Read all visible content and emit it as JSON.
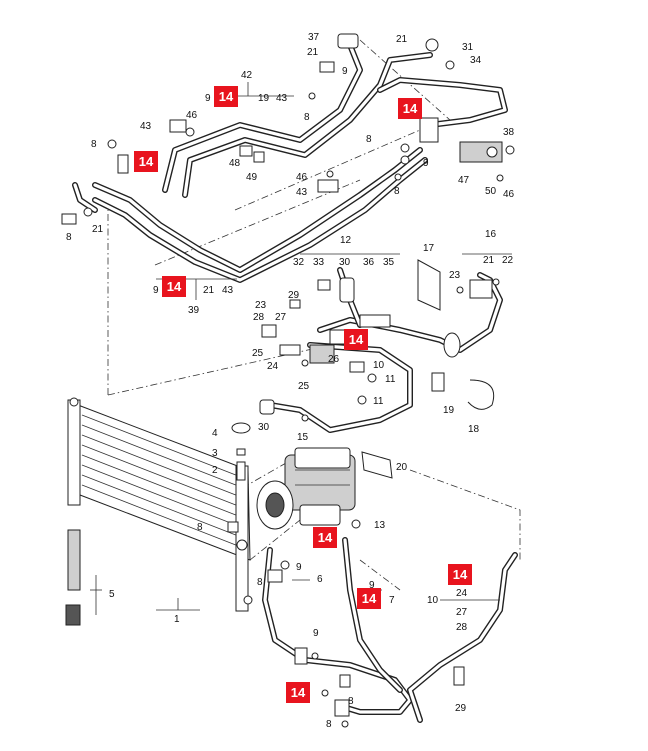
{
  "diagram": {
    "badge_color": "#e8141e",
    "badge_label": "14",
    "callouts": [
      {
        "id": "c37",
        "text": "37"
      },
      {
        "id": "c21a",
        "text": "21"
      },
      {
        "id": "c9a",
        "text": "9"
      },
      {
        "id": "c21b",
        "text": "21"
      },
      {
        "id": "c31",
        "text": "31"
      },
      {
        "id": "c34",
        "text": "34"
      },
      {
        "id": "c42",
        "text": "42"
      },
      {
        "id": "c9b",
        "text": "9"
      },
      {
        "id": "c19a",
        "text": "19"
      },
      {
        "id": "c43a",
        "text": "43"
      },
      {
        "id": "c8a",
        "text": "8"
      },
      {
        "id": "c43b",
        "text": "43"
      },
      {
        "id": "c46a",
        "text": "46"
      },
      {
        "id": "c8b",
        "text": "8"
      },
      {
        "id": "c48",
        "text": "48"
      },
      {
        "id": "c49",
        "text": "49"
      },
      {
        "id": "c8c",
        "text": "8"
      },
      {
        "id": "c9c",
        "text": "9"
      },
      {
        "id": "c38",
        "text": "38"
      },
      {
        "id": "c47",
        "text": "47"
      },
      {
        "id": "c50",
        "text": "50"
      },
      {
        "id": "c46b",
        "text": "46"
      },
      {
        "id": "c46c",
        "text": "46"
      },
      {
        "id": "c43c",
        "text": "43"
      },
      {
        "id": "c8d",
        "text": "8"
      },
      {
        "id": "c8e",
        "text": "8"
      },
      {
        "id": "c21c",
        "text": "21"
      },
      {
        "id": "c12",
        "text": "12"
      },
      {
        "id": "c16",
        "text": "16"
      },
      {
        "id": "c17",
        "text": "17"
      },
      {
        "id": "c32",
        "text": "32"
      },
      {
        "id": "c33",
        "text": "33"
      },
      {
        "id": "c30a",
        "text": "30"
      },
      {
        "id": "c36",
        "text": "36"
      },
      {
        "id": "c35",
        "text": "35"
      },
      {
        "id": "c23a",
        "text": "23"
      },
      {
        "id": "c21d",
        "text": "21"
      },
      {
        "id": "c22",
        "text": "22"
      },
      {
        "id": "c9d",
        "text": "9"
      },
      {
        "id": "c21e",
        "text": "21"
      },
      {
        "id": "c43d",
        "text": "43"
      },
      {
        "id": "c39",
        "text": "39"
      },
      {
        "id": "c29a",
        "text": "29"
      },
      {
        "id": "c23b",
        "text": "23"
      },
      {
        "id": "c28",
        "text": "28"
      },
      {
        "id": "c27",
        "text": "27"
      },
      {
        "id": "c25a",
        "text": "25"
      },
      {
        "id": "c24",
        "text": "24"
      },
      {
        "id": "c26",
        "text": "26"
      },
      {
        "id": "c25b",
        "text": "25"
      },
      {
        "id": "c10a",
        "text": "10"
      },
      {
        "id": "c11a",
        "text": "11"
      },
      {
        "id": "c11b",
        "text": "11"
      },
      {
        "id": "c19b",
        "text": "19"
      },
      {
        "id": "c18",
        "text": "18"
      },
      {
        "id": "c30b",
        "text": "30"
      },
      {
        "id": "c15",
        "text": "15"
      },
      {
        "id": "c4",
        "text": "4"
      },
      {
        "id": "c3",
        "text": "3"
      },
      {
        "id": "c2",
        "text": "2"
      },
      {
        "id": "c20",
        "text": "20"
      },
      {
        "id": "c8f",
        "text": "8"
      },
      {
        "id": "c13",
        "text": "13"
      },
      {
        "id": "c9e",
        "text": "9"
      },
      {
        "id": "c8g",
        "text": "8"
      },
      {
        "id": "c6",
        "text": "6"
      },
      {
        "id": "c5",
        "text": "5"
      },
      {
        "id": "c1",
        "text": "1"
      },
      {
        "id": "c9f",
        "text": "9"
      },
      {
        "id": "c7",
        "text": "7"
      },
      {
        "id": "c10b",
        "text": "10"
      },
      {
        "id": "c24b",
        "text": "24"
      },
      {
        "id": "c27b",
        "text": "27"
      },
      {
        "id": "c28b",
        "text": "28"
      },
      {
        "id": "c9g",
        "text": "9"
      },
      {
        "id": "c8h",
        "text": "8"
      },
      {
        "id": "c8i",
        "text": "8"
      },
      {
        "id": "c29b",
        "text": "29"
      }
    ]
  }
}
